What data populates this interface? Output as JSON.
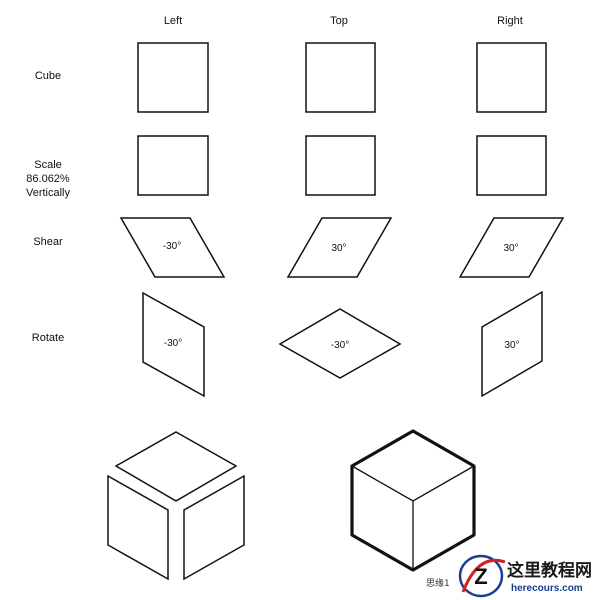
{
  "columns": {
    "left": "Left",
    "top": "Top",
    "right": "Right"
  },
  "rows": {
    "cube": "Cube",
    "scale": [
      "Scale",
      "86.062%",
      "Vertically"
    ],
    "shear": "Shear",
    "rotate": "Rotate"
  },
  "angles": {
    "shear_left": "-30°",
    "shear_top": "30°",
    "shear_right": "30°",
    "rotate_left": "-30°",
    "rotate_top": "-30°",
    "rotate_right": "30°"
  },
  "watermark": {
    "logo_letter": "Z",
    "site_name": "这里教程网",
    "url": "herecours.com",
    "side_text": "思缘1"
  },
  "colors": {
    "stroke": "#111111",
    "watermark_red": "#d62020",
    "watermark_blue": "#1a3d8f"
  }
}
